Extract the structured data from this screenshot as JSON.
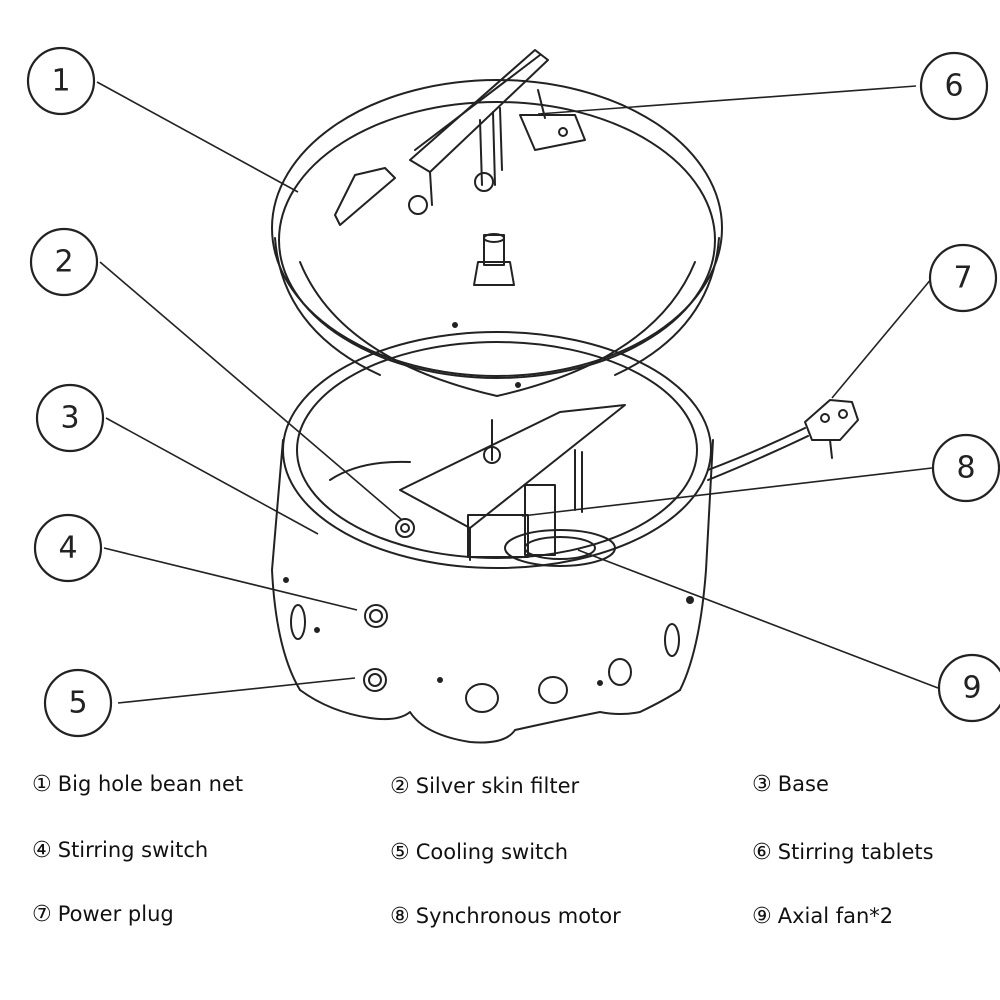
{
  "parts": [
    {
      "num": "1",
      "symbol": "①",
      "label": "Big hole bean net"
    },
    {
      "num": "2",
      "symbol": "②",
      "label": "Silver skin filter"
    },
    {
      "num": "3",
      "symbol": "③",
      "label": "Base"
    },
    {
      "num": "4",
      "symbol": "④",
      "label": "Stirring switch"
    },
    {
      "num": "5",
      "symbol": "⑤",
      "label": "Cooling switch"
    },
    {
      "num": "6",
      "symbol": "⑥",
      "label": "Stirring tablets"
    },
    {
      "num": "7",
      "symbol": "⑦",
      "label": "Power plug"
    },
    {
      "num": "8",
      "symbol": "⑧",
      "label": "Synchronous motor"
    },
    {
      "num": "9",
      "symbol": "⑨",
      "label": "Axial fan*2"
    }
  ],
  "colors": {
    "line": "#222222",
    "background": "#ffffff"
  }
}
